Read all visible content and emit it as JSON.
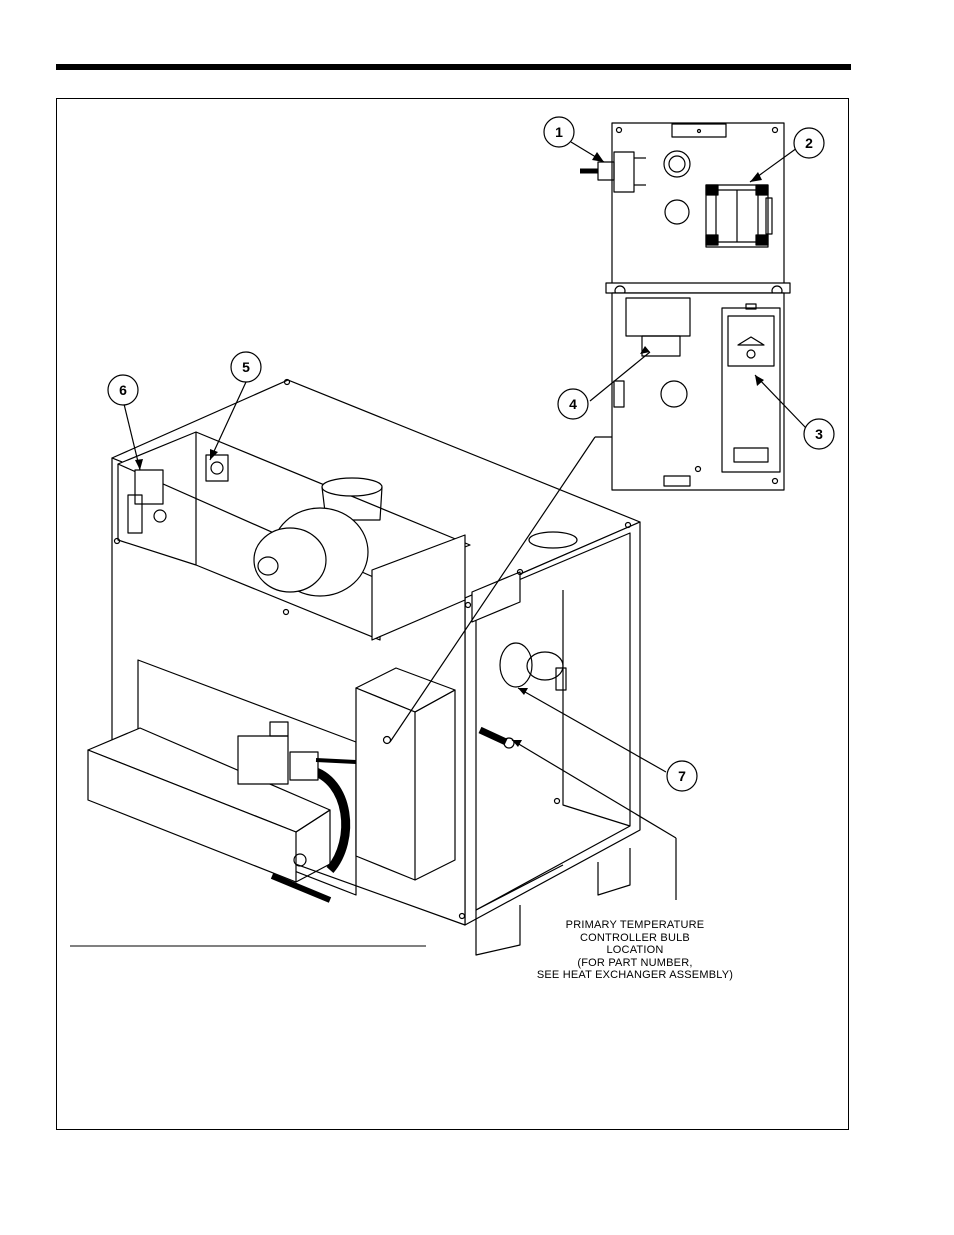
{
  "callouts": [
    {
      "number": "1"
    },
    {
      "number": "2"
    },
    {
      "number": "3"
    },
    {
      "number": "4"
    },
    {
      "number": "5"
    },
    {
      "number": "6"
    },
    {
      "number": "7"
    }
  ],
  "bulb_note": {
    "lines": [
      "PRIMARY TEMPERATURE",
      "CONTROLLER BULB",
      "LOCATION",
      "(FOR PART NUMBER,",
      "SEE HEAT EXCHANGER ASSEMBLY)"
    ]
  },
  "colors": {
    "line": "#000000",
    "fill": "#ffffff",
    "shade": "#d9d9d9"
  }
}
